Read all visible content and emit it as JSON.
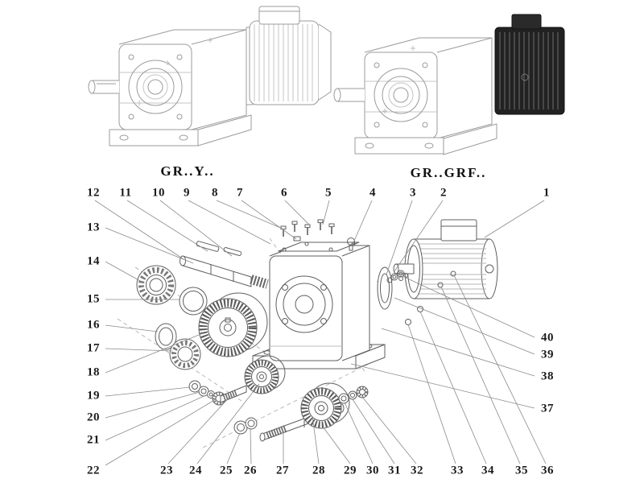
{
  "figures": {
    "left_label": "GR..Y..",
    "right_label": "GR..GRF.."
  },
  "drawing": {
    "assembled_line_color": "#9b9b9b",
    "exploded_line_color": "#5f5f5f",
    "leader_line_color": "#8a8a8a",
    "dark_motor_fill": "#222222",
    "background": "#ffffff"
  },
  "exploded": {
    "callouts": [
      "1",
      "2",
      "3",
      "4",
      "5",
      "6",
      "7",
      "8",
      "9",
      "10",
      "11",
      "12",
      "13",
      "14",
      "15",
      "16",
      "17",
      "18",
      "19",
      "20",
      "21",
      "22",
      "23",
      "24",
      "25",
      "26",
      "27",
      "28",
      "29",
      "30",
      "31",
      "32",
      "33",
      "34",
      "35",
      "36",
      "37",
      "38",
      "39",
      "40"
    ]
  }
}
